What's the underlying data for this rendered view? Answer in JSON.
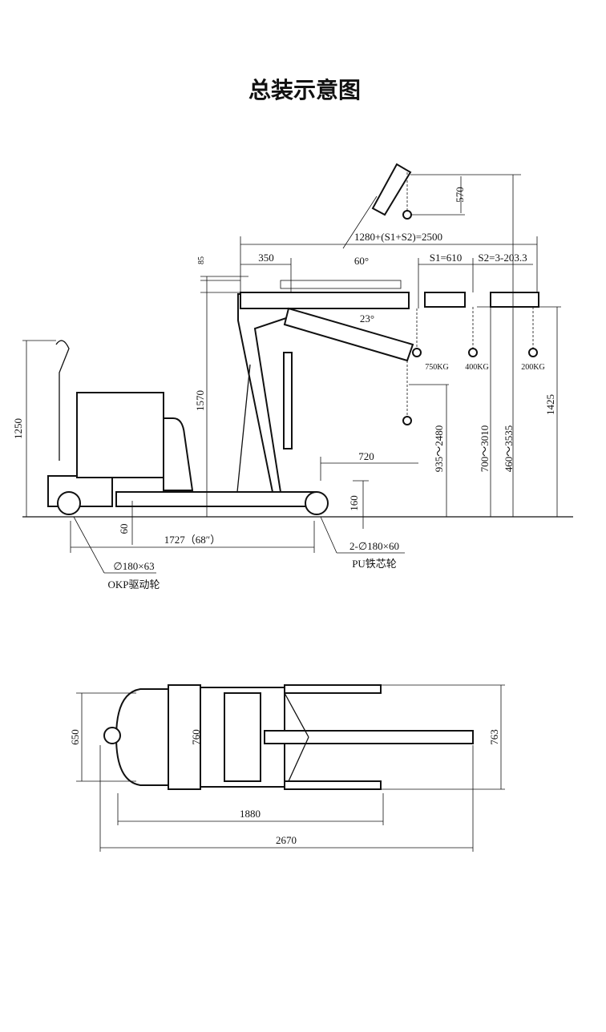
{
  "title": "总装示意图",
  "side_view": {
    "dim_570": "570",
    "dim_boom_total": "1280+(S1+S2)=2500",
    "dim_350": "350",
    "dim_85": "85",
    "angle_60": "60°",
    "dim_s1": "S1=610",
    "dim_s2": "S2=3-203.3",
    "angle_23": "23°",
    "load_1": "750KG",
    "load_2": "400KG",
    "load_3": "200KG",
    "dim_1250": "1250",
    "dim_1570": "1570",
    "dim_935_2480": "935～2480",
    "dim_700_3010": "700～3010",
    "dim_460_3535": "460～3535",
    "dim_1425": "1425",
    "dim_720": "720",
    "dim_160": "160",
    "dim_60": "60",
    "dim_1727": "1727（68″）",
    "front_wheel_spec": "2-∅180×60",
    "front_wheel_type": "PU铁芯轮",
    "drive_wheel_spec": "∅180×63",
    "drive_wheel_type": "OKP驱动轮"
  },
  "top_view": {
    "dim_650": "650",
    "dim_760": "760",
    "dim_763": "763",
    "dim_1880": "1880",
    "dim_2670": "2670"
  }
}
